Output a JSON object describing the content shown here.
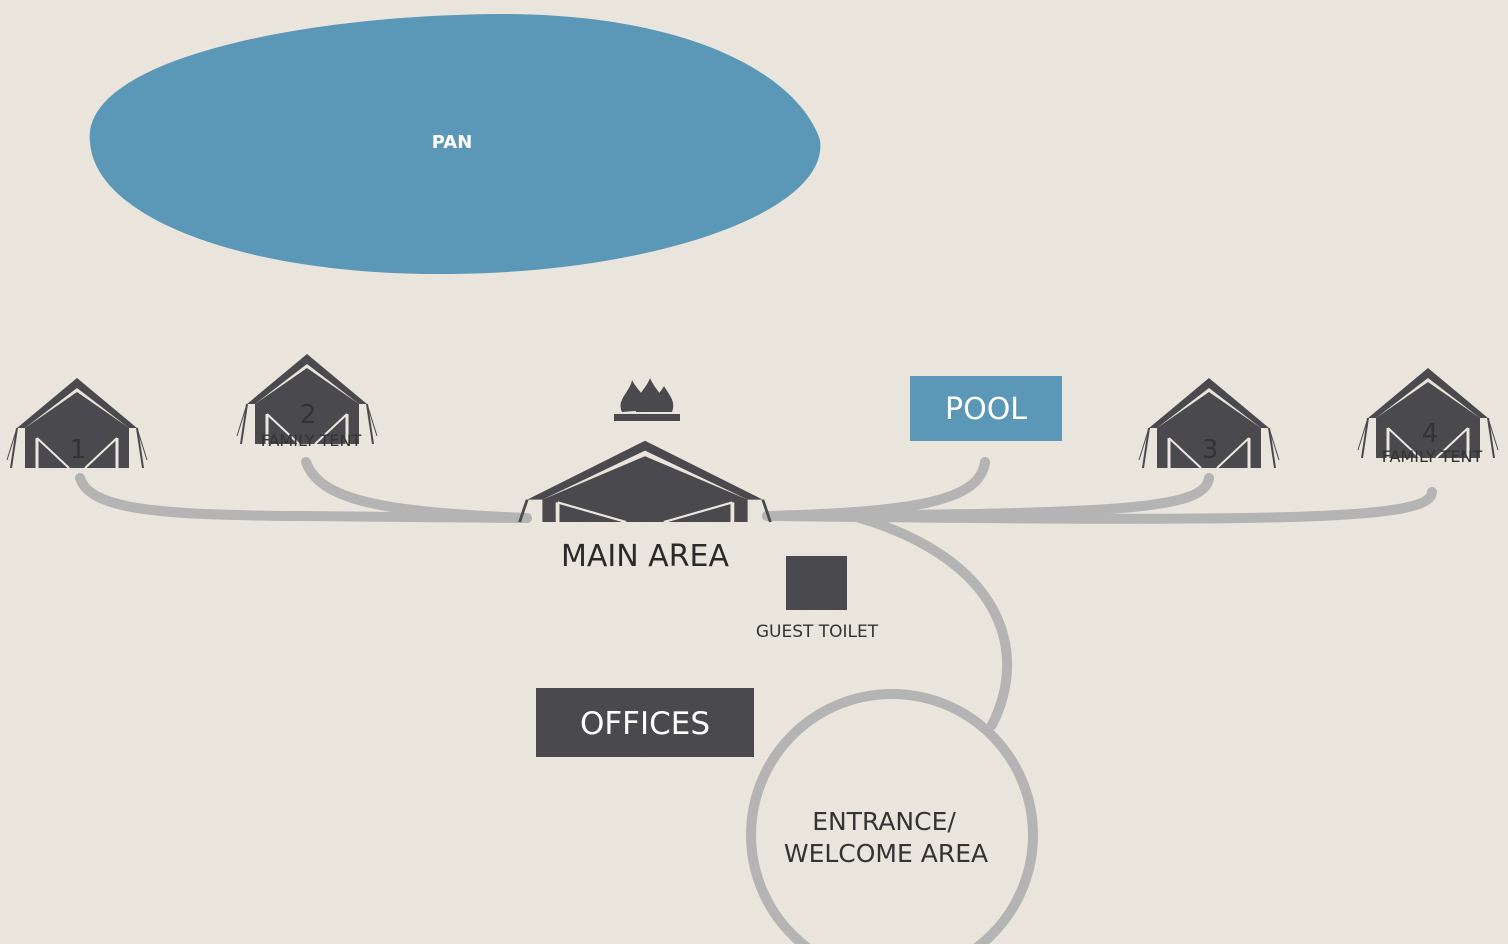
{
  "map": {
    "pan": {
      "label": "PAN",
      "color": "#5b97b6"
    },
    "pool": {
      "label": "POOL",
      "color": "#5b97b6"
    },
    "tents": [
      {
        "number": "1",
        "sublabel": ""
      },
      {
        "number": "2",
        "sublabel": "FAMILY TENT"
      },
      {
        "number": "3",
        "sublabel": ""
      },
      {
        "number": "4",
        "sublabel": "FAMILY TENT"
      }
    ],
    "main_area": {
      "label": "MAIN AREA"
    },
    "guest_toilet": {
      "label": "GUEST TOILET"
    },
    "offices": {
      "label": "OFFICES"
    },
    "entrance": {
      "line1": "ENTRANCE/",
      "line2": "WELCOME AREA"
    },
    "colors": {
      "background": "#ebe7df",
      "path": "#b4b4b4",
      "dark": "#4a494d",
      "water": "#5b97b6",
      "text": "#333333"
    },
    "icons": [
      "tent-icon",
      "fire-icon",
      "tent-icon"
    ]
  }
}
